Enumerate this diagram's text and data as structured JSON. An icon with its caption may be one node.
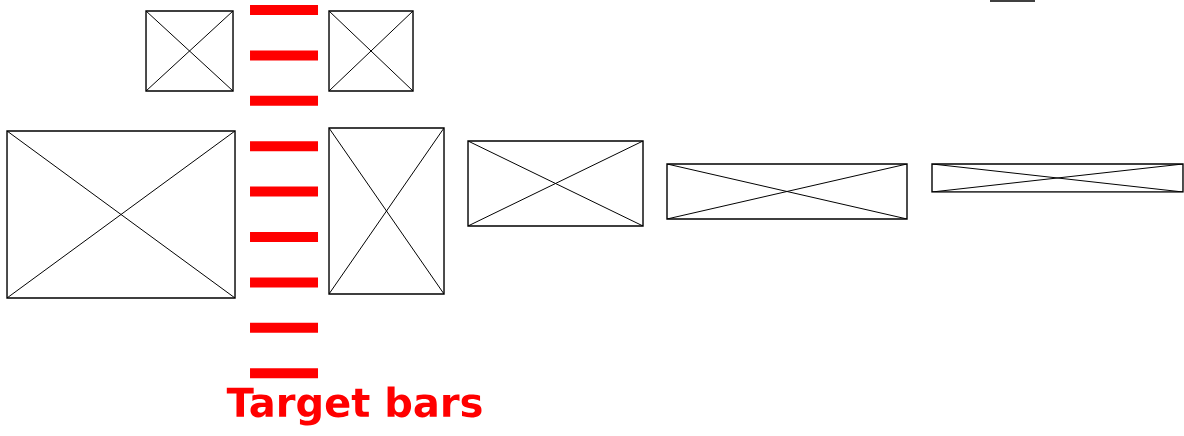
{
  "diagram": {
    "nodes": [
      {
        "text": [],
        "shape": "box"
      },
      {
        "text": [],
        "shape": "box"
      },
      {
        "text": [],
        "shape": "box"
      },
      {
        "text": [],
        "shape": "box"
      },
      {
        "text": [],
        "shape": "box"
      },
      {
        "text": [],
        "shape": "box"
      },
      {
        "text": [],
        "shape": "box"
      }
    ],
    "labels": [
      "Target bars"
    ]
  }
}
